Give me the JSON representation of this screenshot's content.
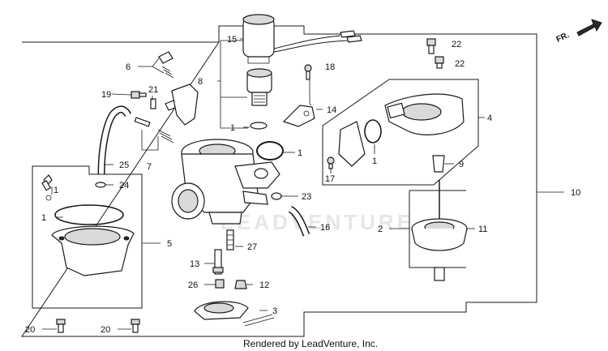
{
  "credit": "Rendered by LeadVenture, Inc.",
  "watermark": "LEADVENTURE",
  "direction_label": "FR.",
  "callouts": {
    "c15": "15",
    "c6": "6",
    "c8": "8",
    "c18": "18",
    "c22a": "22",
    "c22b": "22",
    "c19": "19",
    "c21": "21",
    "c14": "14",
    "c4": "4",
    "c1a": "1",
    "c1b": "1",
    "c1c": "1",
    "c1d": "1",
    "c1e": "1",
    "c7": "7",
    "c25": "25",
    "c24": "24",
    "c9": "9",
    "c17": "17",
    "c10": "10",
    "c23": "23",
    "c2": "2",
    "c11": "11",
    "c16": "16",
    "c5": "5",
    "c27": "27",
    "c13": "13",
    "c26": "26",
    "c12": "12",
    "c3": "3",
    "c20a": "20",
    "c20b": "20"
  }
}
